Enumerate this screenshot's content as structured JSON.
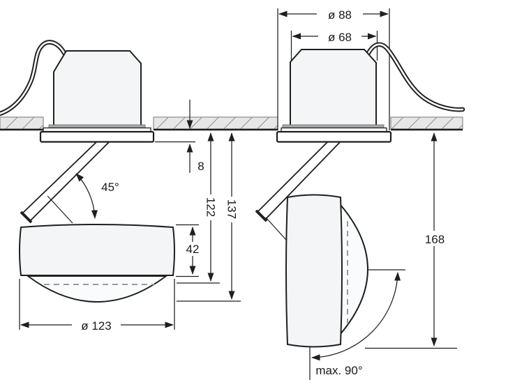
{
  "diagram": {
    "description": "Recessed pull-out swivel spotlight installation drawing, two views with millimetre dimensions",
    "left_view": {
      "dims": {
        "recess_offset": "8",
        "tilt_angle": "45°",
        "depth_to_lens": "122",
        "depth_overall": "137",
        "head_height": "42",
        "head_diameter": "ø 123"
      }
    },
    "right_view": {
      "dims": {
        "flange_diameter": "ø 88",
        "cutout_diameter": "ø 68",
        "overall_length": "168",
        "max_rotation": "max. 90°"
      }
    }
  },
  "colors": {
    "outline": "#1f1f1f",
    "ceiling_fill": "#e7e7e7",
    "ceiling_hatch": "#8c8c8c",
    "flange_gray": "#a9a9a9",
    "body_fill": "#f4f5f6",
    "hidden_edge_dash": "#9a9a9a"
  }
}
